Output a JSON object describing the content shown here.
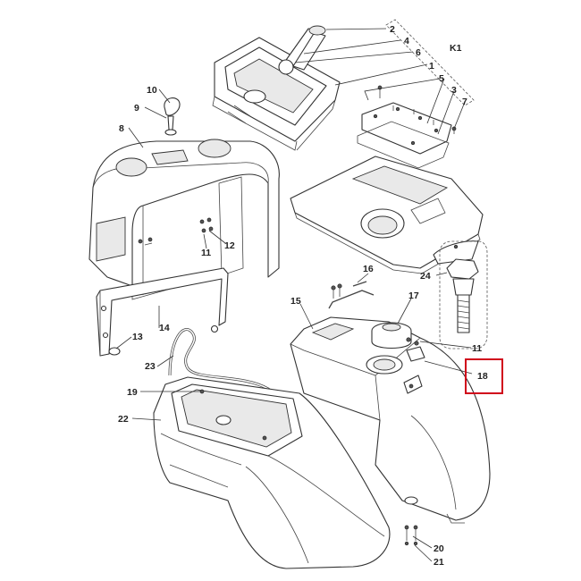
{
  "diagram": {
    "callouts": [
      {
        "id": "c2",
        "text": "2"
      },
      {
        "id": "c4",
        "text": "4"
      },
      {
        "id": "c6",
        "text": "6"
      },
      {
        "id": "c1",
        "text": "1"
      },
      {
        "id": "cK1",
        "text": "K1"
      },
      {
        "id": "c5",
        "text": "5"
      },
      {
        "id": "c3",
        "text": "3"
      },
      {
        "id": "c7",
        "text": "7"
      },
      {
        "id": "c10",
        "text": "10"
      },
      {
        "id": "c9",
        "text": "9"
      },
      {
        "id": "c8",
        "text": "8"
      },
      {
        "id": "c12",
        "text": "12"
      },
      {
        "id": "c11a",
        "text": "11"
      },
      {
        "id": "c24",
        "text": "24"
      },
      {
        "id": "c16",
        "text": "16"
      },
      {
        "id": "c15",
        "text": "15"
      },
      {
        "id": "c17",
        "text": "17"
      },
      {
        "id": "c14",
        "text": "14"
      },
      {
        "id": "c13",
        "text": "13"
      },
      {
        "id": "c11b",
        "text": "11"
      },
      {
        "id": "c18",
        "text": "18"
      },
      {
        "id": "c23",
        "text": "23"
      },
      {
        "id": "c19",
        "text": "19"
      },
      {
        "id": "c22",
        "text": "22"
      },
      {
        "id": "c20",
        "text": "20"
      },
      {
        "id": "c21",
        "text": "21"
      }
    ],
    "highlighted_callout": "18",
    "colors": {
      "highlight": "#d0021b",
      "line": "#333333"
    }
  }
}
